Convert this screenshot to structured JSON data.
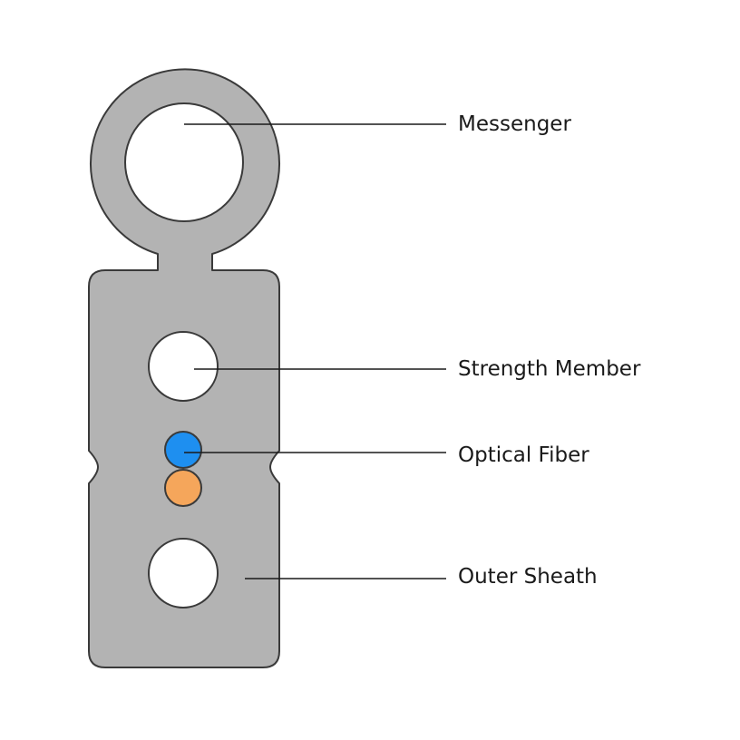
{
  "labels": {
    "messenger": "Messenger",
    "strength_member": "Strength Member",
    "optical_fiber": "Optical Fiber",
    "outer_sheath": "Outer Sheath"
  },
  "colors": {
    "sheath_fill": "#b3b3b3",
    "outline": "#3a3a3a",
    "hole_fill": "#ffffff",
    "fiber_blue": "#1e8ff0",
    "fiber_orange": "#f5a65b",
    "leader_line": "#1a1a1a",
    "label_text": "#1a1a1a"
  }
}
